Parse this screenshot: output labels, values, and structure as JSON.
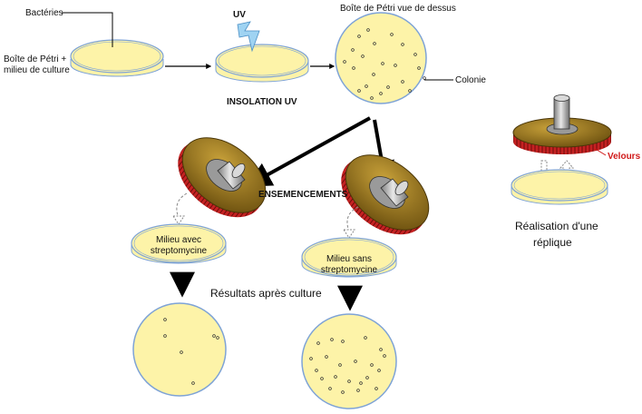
{
  "labels": {
    "bacteria": "Bactéries",
    "petri_medium_1": "Boîte de Pétri +",
    "petri_medium_2": "milieu de culture",
    "uv": "UV",
    "uv_exposure": "INSOLATION UV",
    "top_view": "Boîte de Pétri vue de dessus",
    "colony": "Colonie",
    "inoculations": "ENSEMENCEMENTS",
    "velvet": "Velours",
    "replica_1": "Réalisation d'une",
    "replica_2": "réplique",
    "with_strep_1": "Milieu avec",
    "with_strep_2": "streptomycine",
    "without_strep_1": "Milieu sans",
    "without_strep_2": "streptomycine",
    "results": "Résultats après culture"
  },
  "colors": {
    "agar": "#fdf3a8",
    "dish_rim": "#7ea3d6",
    "stamp_disc": "#8a6a16",
    "velvet": "#c42222",
    "arrow": "#000000"
  }
}
